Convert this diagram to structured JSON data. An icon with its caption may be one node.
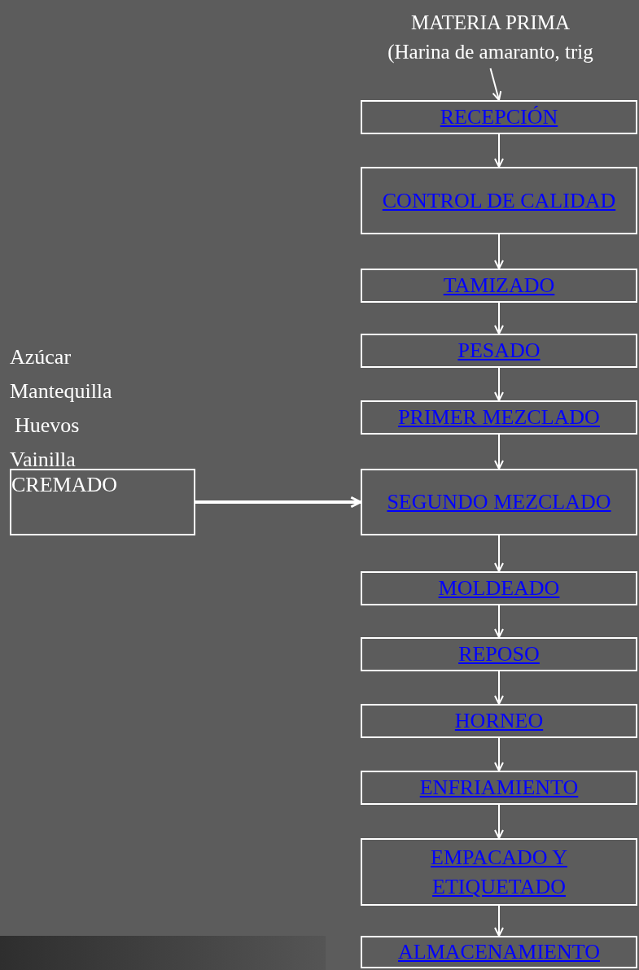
{
  "diagram": {
    "nodes": [
      {
        "text": [
          "MATERIA PRIMA",
          "(Harina de amaranto, trig"
        ]
      },
      {
        "text": [
          "RECEPCIÓN"
        ]
      },
      {
        "text": [
          "CONTROL DE CALIDAD"
        ]
      },
      {
        "text": [
          "TAMIZADO"
        ]
      },
      {
        "text": [
          "PESADO"
        ]
      },
      {
        "text": [
          "PRIMER MEZCLADO"
        ]
      },
      {
        "text": [
          "SEGUNDO MEZCLADO"
        ]
      },
      {
        "text": [
          "MOLDEADO"
        ]
      },
      {
        "text": [
          "REPOSO"
        ]
      },
      {
        "text": [
          "HORNEO"
        ]
      },
      {
        "text": [
          "ENFRIAMIENTO"
        ]
      },
      {
        "text": [
          "EMPACADO Y ETIQUETADO"
        ]
      },
      {
        "text": [
          "ALMACENAMIENTO"
        ]
      },
      {
        "text": [
          "CREMADO"
        ]
      }
    ],
    "edges": [
      {
        "from": 0,
        "to": 1,
        "arrow": "to"
      },
      {
        "from": 1,
        "to": 2,
        "arrow": "to"
      },
      {
        "from": 2,
        "to": 3,
        "arrow": "to"
      },
      {
        "from": 3,
        "to": 4,
        "arrow": "to"
      },
      {
        "from": 4,
        "to": 5,
        "arrow": "to"
      },
      {
        "from": 5,
        "to": 6,
        "arrow": "to"
      },
      {
        "from": 6,
        "to": 7,
        "arrow": "to"
      },
      {
        "from": 7,
        "to": 8,
        "arrow": "to"
      },
      {
        "from": 8,
        "to": 9,
        "arrow": "to"
      },
      {
        "from": 9,
        "to": 10,
        "arrow": "to"
      },
      {
        "from": 10,
        "to": 11,
        "arrow": "to"
      },
      {
        "from": 11,
        "to": 12,
        "arrow": "to"
      },
      {
        "from": 13,
        "to": 6,
        "arrow": "to",
        "style": "thick"
      }
    ],
    "labels": [
      "Azúcar",
      "Mantequilla",
      "Huevos",
      "Vainilla"
    ]
  }
}
